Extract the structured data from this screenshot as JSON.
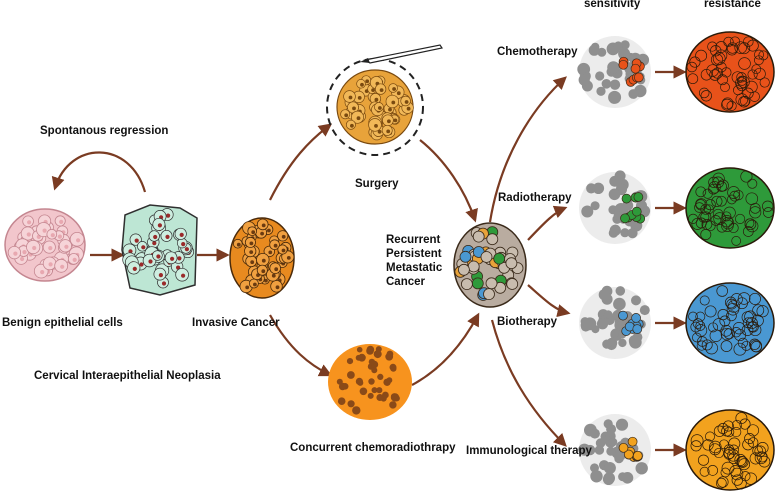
{
  "header": {
    "sensitivity": "sensitivity",
    "resistance": "resistance"
  },
  "labels": {
    "spontaneous_regression": "Spontanous regression",
    "benign_cells": "Benign epithelial cells",
    "invasive_cancer": "Invasive Cancer",
    "cin": "Cervical Interaepithelial Neoplasia",
    "surgery": "Surgery",
    "concurrent_crt": "Concurrent chemoradiothrapy",
    "recurrent": "Recurrent",
    "persistent": "Persistent",
    "metastatic": "Metastatic",
    "cancer": "Cancer"
  },
  "therapies": [
    {
      "label": "Chemotherapy",
      "color": "#e8521a"
    },
    {
      "label": "Radiotherapy",
      "color": "#2e9a3a"
    },
    {
      "label": "Biotherapy",
      "color": "#4a98d2"
    },
    {
      "label": "Immunological therapy",
      "color": "#f2a21e"
    }
  ],
  "colors": {
    "arrow": "#7a3b22",
    "benign": "#f2c6cc",
    "cin": "#bde6d4",
    "invasive": "#e88a1f",
    "surgery": "#e8a33a",
    "crt": "#f7931e",
    "recurrent": "#b9aca0",
    "grey_cells": "#8f8f8f"
  }
}
